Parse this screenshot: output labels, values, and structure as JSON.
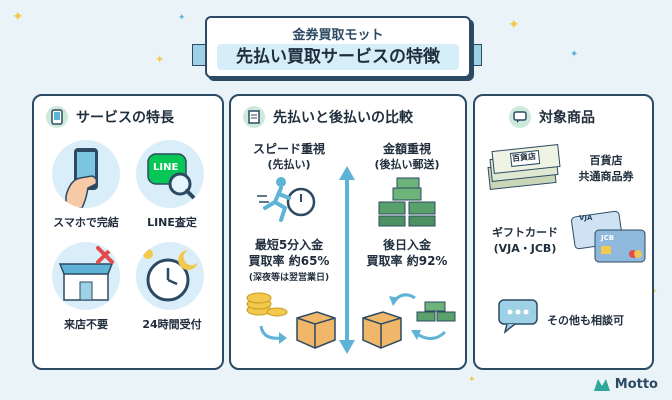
{
  "banner": {
    "subtitle": "金券買取モット",
    "title": "先払い買取サービスの特徴"
  },
  "features_panel": {
    "title": "サービスの特長",
    "items": [
      {
        "label": "スマホで完結",
        "icon": "smartphone-icon"
      },
      {
        "label": "LINE査定",
        "icon": "line-search-icon",
        "badge": "LINE"
      },
      {
        "label": "来店不要",
        "icon": "shop-cross-icon"
      },
      {
        "label": "24時間受付",
        "icon": "clock-moon-icon"
      }
    ]
  },
  "comparison_panel": {
    "title": "先払いと後払いの比較",
    "prepay": {
      "heading": "スピード重視",
      "sub": "(先払い)",
      "line1": "最短5分入金",
      "rate": "買取率 約65%",
      "note": "(深夜等は翌営業日)"
    },
    "postpay": {
      "heading": "金額重視",
      "sub": "(後払い郵送)",
      "line1": "後日入金",
      "rate": "買取率 約92%"
    }
  },
  "products_panel": {
    "title": "対象商品",
    "items": [
      {
        "label_line1": "百貨店",
        "label_line2": "共通商品券",
        "ticket_text": "百貨店"
      },
      {
        "label_line1": "ギフトカード",
        "label_line2": "(VJA・JCB)",
        "card1": "VJA",
        "card2": "JCB"
      },
      {
        "label_line1": "その他も相談可",
        "label_line2": ""
      }
    ]
  },
  "logo": {
    "text": "Motto"
  },
  "colors": {
    "navy": "#2c4a63",
    "accent_blue": "#5fb3d6",
    "mint": "#cde9dc",
    "yellow": "#f2c94c",
    "green": "#06c755"
  }
}
